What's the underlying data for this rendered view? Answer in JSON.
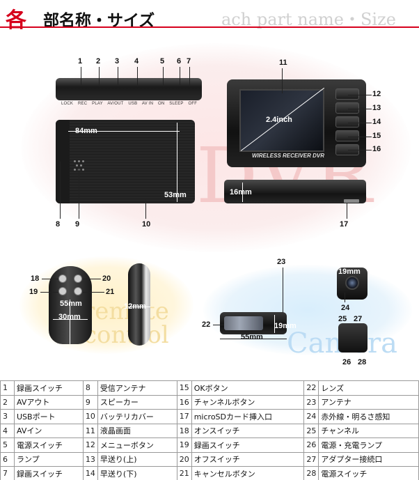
{
  "header": {
    "title_first": "各",
    "title_rest": "部名称・サイズ",
    "title_en": "ach part name・Size"
  },
  "decor": {
    "dvr": "DVR",
    "remote_line1": "remote",
    "remote_line2": "control",
    "camera": "Camera",
    "receiver_logo": "WIRELESS RECEIVER DVR"
  },
  "strip_labels": [
    "LOCK",
    "REC",
    "PLAY",
    "AV/OUT",
    "USB",
    "AV IN",
    "ON",
    "SLEEP",
    "OFF"
  ],
  "callouts": [
    "1",
    "2",
    "3",
    "4",
    "5",
    "6",
    "7",
    "8",
    "9",
    "10",
    "11",
    "12",
    "13",
    "14",
    "15",
    "16",
    "17",
    "18",
    "19",
    "20",
    "21",
    "22",
    "23",
    "24",
    "25",
    "26",
    "27",
    "28"
  ],
  "dimensions": {
    "body_width": "84mm",
    "body_height": "53mm",
    "screen": "2.4inch",
    "receiver_thickness": "16mm",
    "remote_length": "55mm",
    "remote_width": "30mm",
    "remote_thickness": "12mm",
    "camera_size": "19mm",
    "camera_length": "55mm",
    "camera_top": "19mm"
  },
  "parts": [
    [
      "1",
      "録画スイッチ",
      "8",
      "受信アンテナ",
      "15",
      "OKボタン",
      "22",
      "レンズ"
    ],
    [
      "2",
      "AVアウト",
      "9",
      "スピーカー",
      "16",
      "チャンネルボタン",
      "23",
      "アンテナ"
    ],
    [
      "3",
      "USBポート",
      "10",
      "バッテリカバー",
      "17",
      "microSDカード挿入口",
      "24",
      "赤外線・明るさ感知"
    ],
    [
      "4",
      "AVイン",
      "11",
      "液晶画面",
      "18",
      "オンスイッチ",
      "25",
      "チャンネル"
    ],
    [
      "5",
      "電源スイッチ",
      "12",
      "メニューボタン",
      "19",
      "録画スイッチ",
      "26",
      "電源・充電ランプ"
    ],
    [
      "6",
      "ランプ",
      "13",
      "早送り(上)",
      "20",
      "オフスイッチ",
      "27",
      "アダプター接続口"
    ],
    [
      "7",
      "録画スイッチ",
      "14",
      "早送り(下)",
      "21",
      "キャンセルボタン",
      "28",
      "電源スイッチ"
    ]
  ]
}
